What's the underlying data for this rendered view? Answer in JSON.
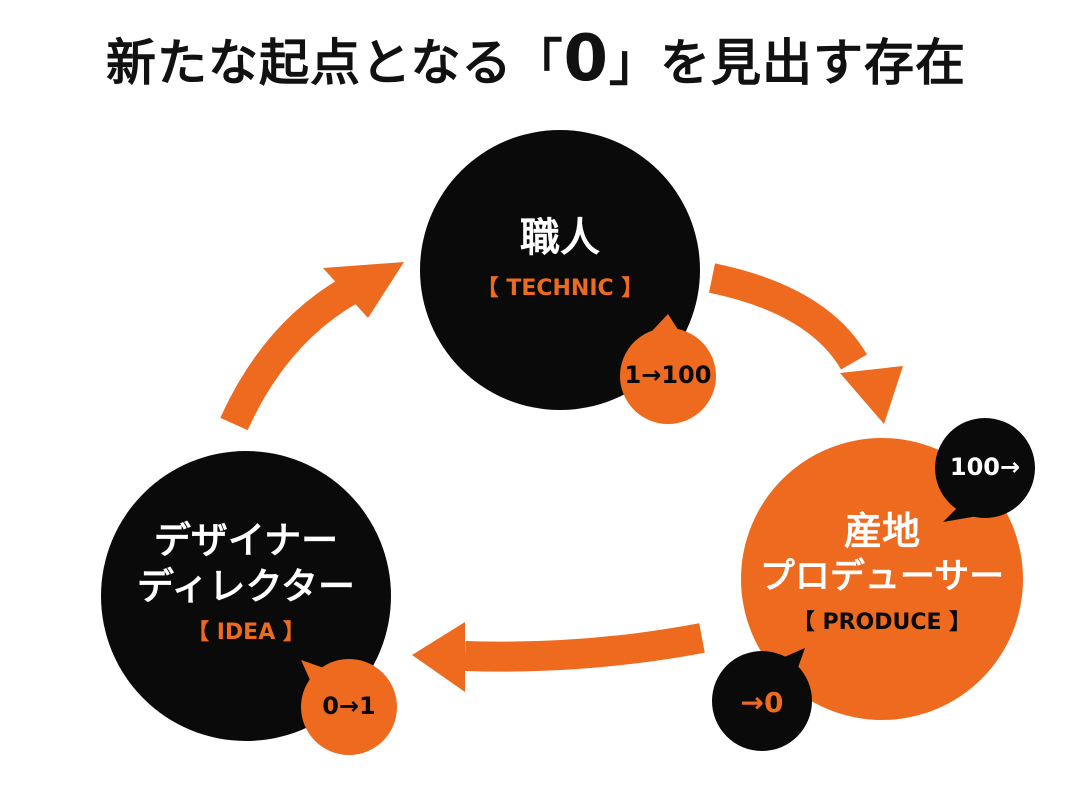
{
  "title": {
    "before": "新たな起点となる「",
    "zero": "0",
    "after": "」を見出す存在"
  },
  "colors": {
    "orange": "#EE6A1F",
    "black": "#0A0A0A",
    "white": "#FFFFFF"
  },
  "nodes": {
    "craftsman": {
      "name": "職人",
      "tag": "【 TECHNIC 】",
      "badge": "1→100"
    },
    "producer": {
      "name_line1": "産地",
      "name_line2": "プロデューサー",
      "tag": "【 PRODUCE 】",
      "badge_in": "100→",
      "badge_out": "→0"
    },
    "designer": {
      "name_line1": "デザイナー",
      "name_line2": "ディレクター",
      "tag": "【 IDEA 】",
      "badge": "0→1"
    }
  }
}
